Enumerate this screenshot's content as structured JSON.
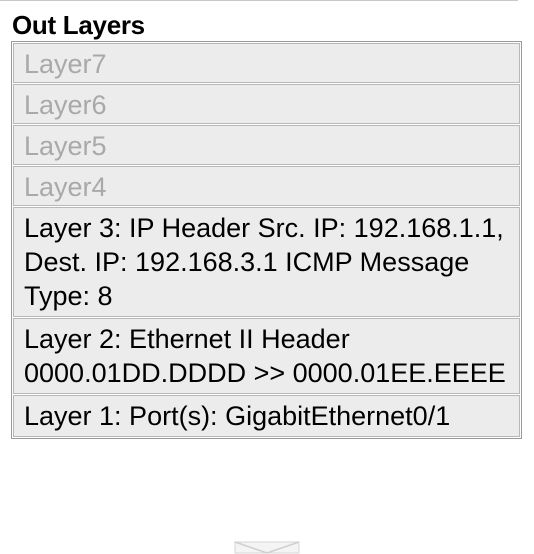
{
  "panel": {
    "title": "Out Layers"
  },
  "layers": [
    {
      "label": "Layer7",
      "enabled": false
    },
    {
      "label": "Layer6",
      "enabled": false
    },
    {
      "label": "Layer5",
      "enabled": false
    },
    {
      "label": "Layer4",
      "enabled": false
    },
    {
      "label": "Layer 3: IP Header Src. IP: 192.168.1.1, Dest. IP: 192.168.3.1 ICMP Message Type: 8",
      "enabled": true
    },
    {
      "label": "Layer 2: Ethernet II Header 0000.01DD.DDDD >> 0000.01EE.EEEE",
      "enabled": true
    },
    {
      "label": "Layer 1: Port(s): GigabitEthernet0/1",
      "enabled": true
    }
  ],
  "colors": {
    "disabled_text": "#a9a9a9",
    "layer_background": "#ececec"
  },
  "icons": {
    "bottom_arrow": "down-arrow-icon"
  }
}
